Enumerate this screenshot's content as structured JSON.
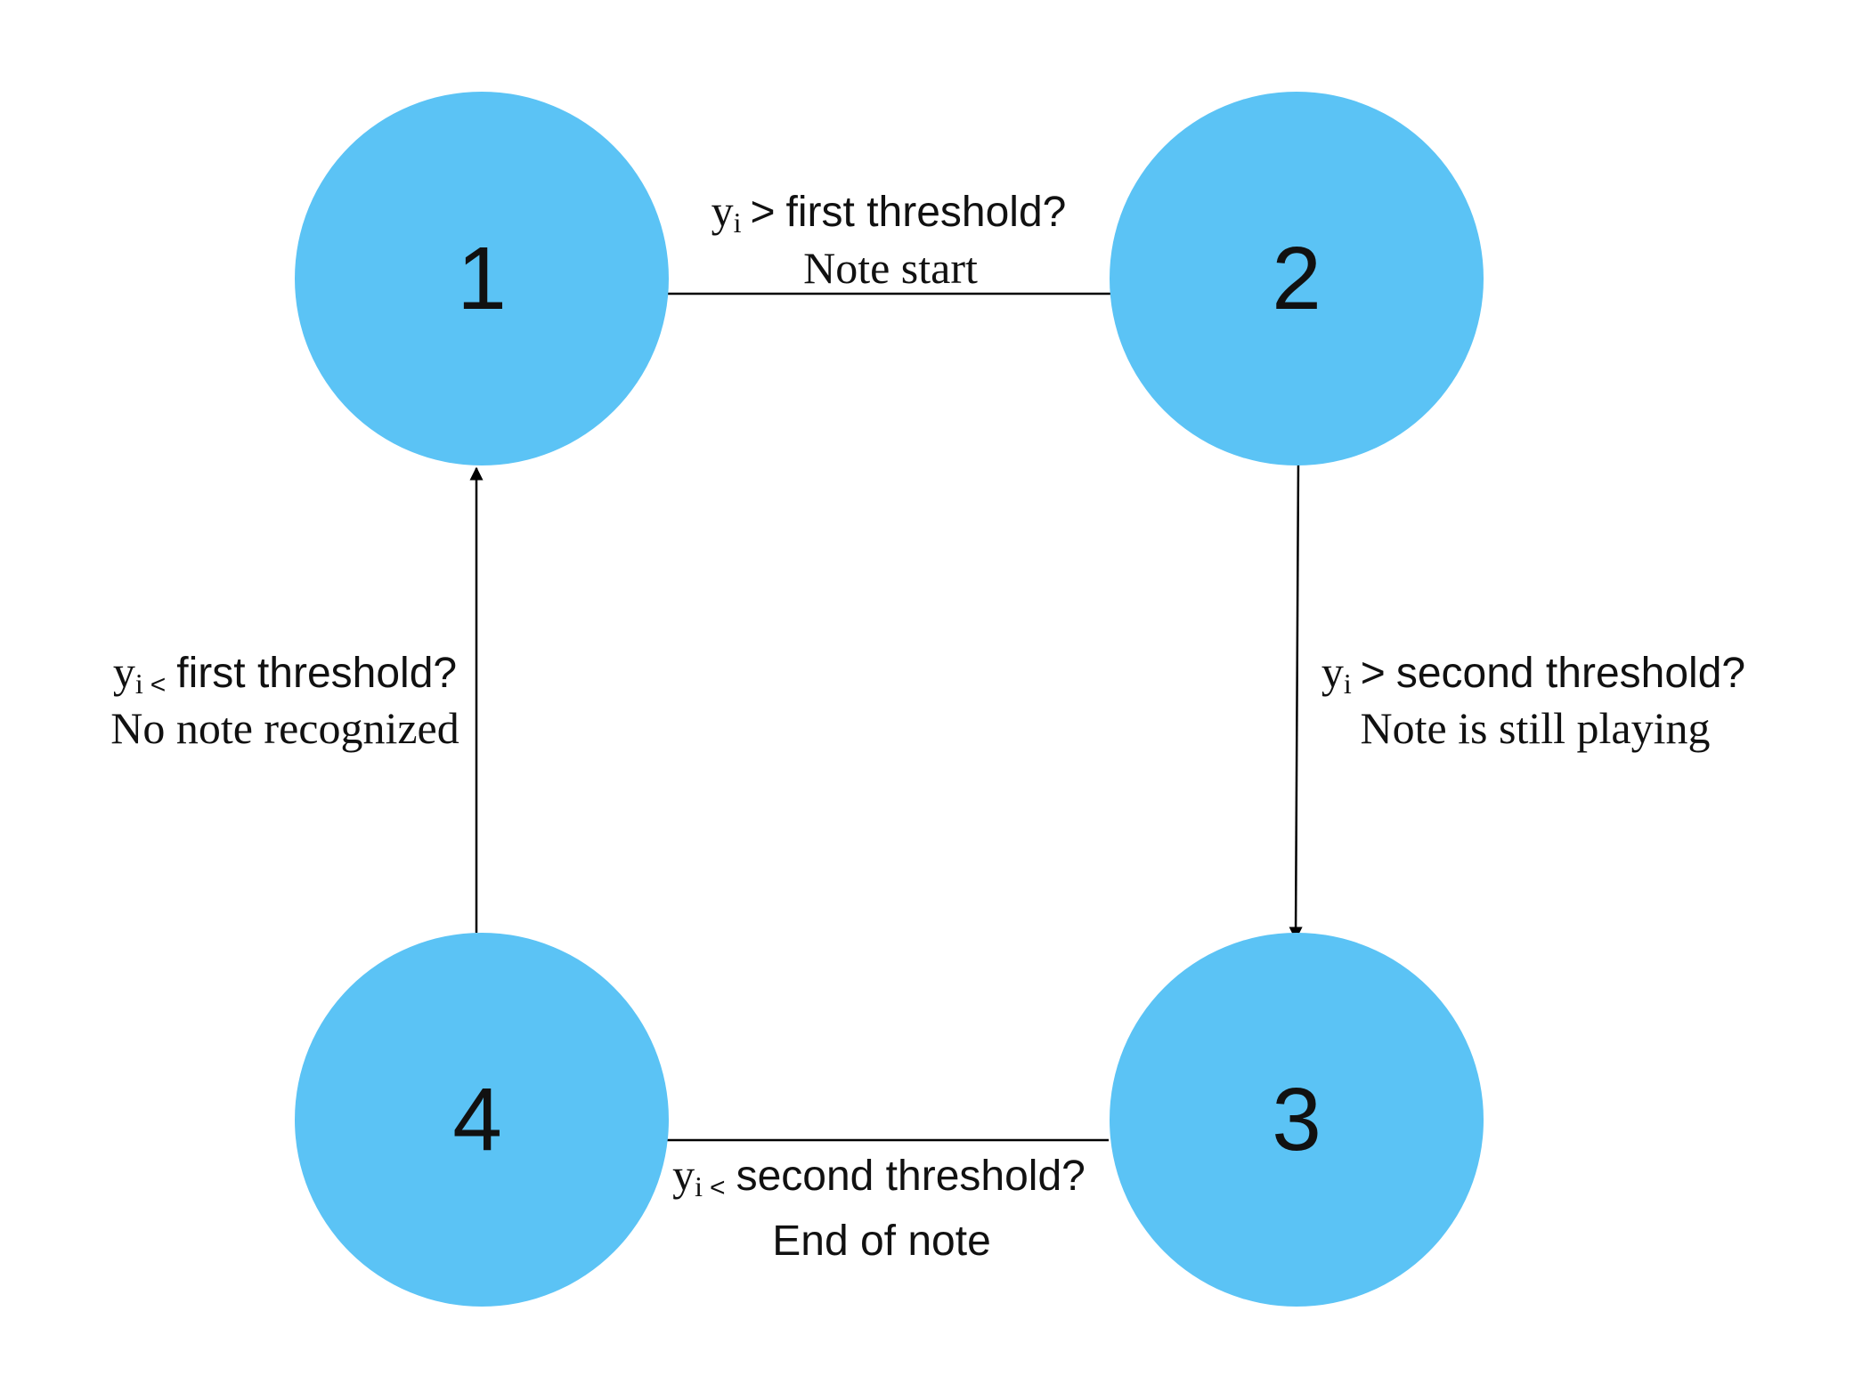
{
  "diagram": {
    "nodes": [
      {
        "id": "1",
        "label": "1"
      },
      {
        "id": "2",
        "label": "2"
      },
      {
        "id": "3",
        "label": "3"
      },
      {
        "id": "4",
        "label": "4"
      }
    ],
    "node_color": "#5bc3f5",
    "edges": [
      {
        "from": "1",
        "to": "2",
        "var": "y",
        "sub": "i",
        "op": ">",
        "condition": "first threshold?",
        "description": "Note start"
      },
      {
        "from": "2",
        "to": "3",
        "var": "y",
        "sub": "i",
        "op": ">",
        "condition": "second threshold?",
        "description": "Note is still playing"
      },
      {
        "from": "3",
        "to": "4",
        "var": "y",
        "sub": "i",
        "op": "<",
        "condition": "second threshold?",
        "description": "End of note"
      },
      {
        "from": "4",
        "to": "1",
        "var": "y",
        "sub": "i",
        "op": "<",
        "condition": "first threshold?",
        "description": "No note recognized"
      }
    ]
  }
}
